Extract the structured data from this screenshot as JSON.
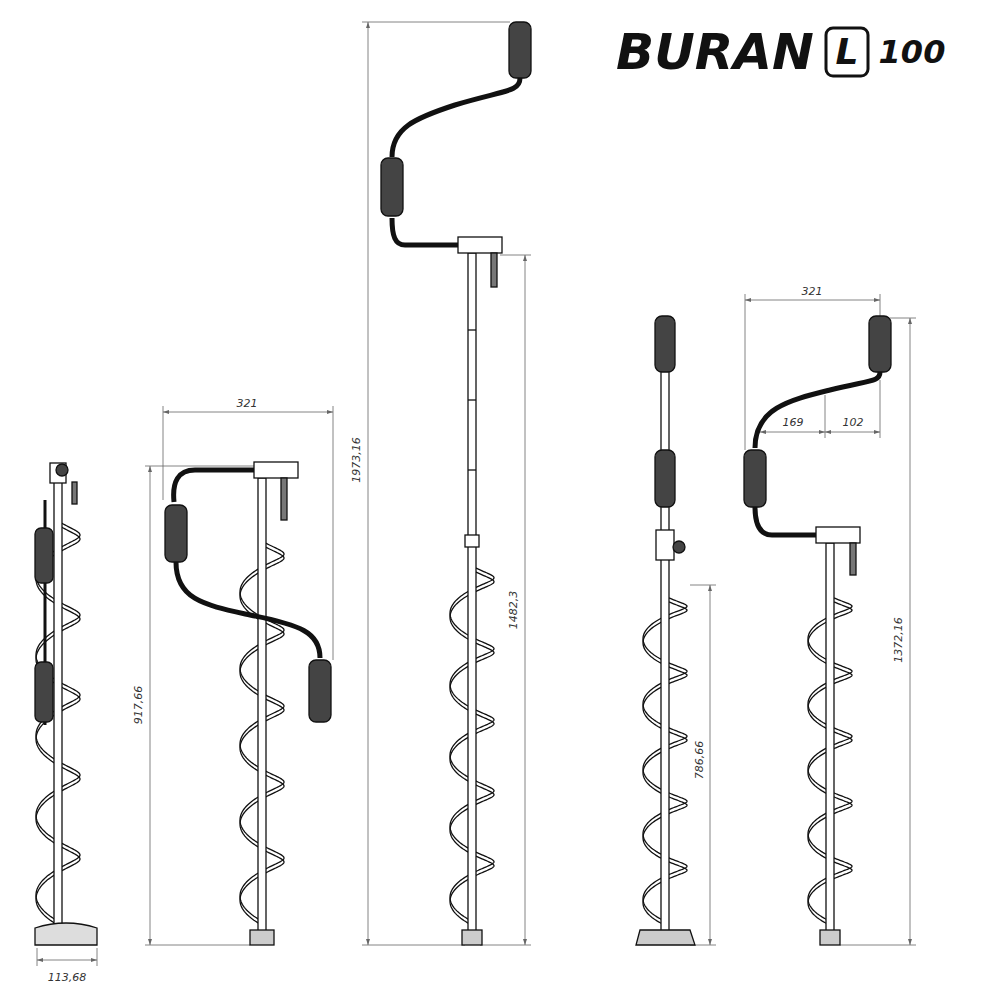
{
  "diagram": {
    "title": "BURAN",
    "labels": [
      "L",
      "100",
      "321",
      "1973,16",
      "1482,3",
      "321",
      "169",
      "102",
      "917,66",
      "786,66",
      "1372,16",
      "113,68"
    ]
  }
}
